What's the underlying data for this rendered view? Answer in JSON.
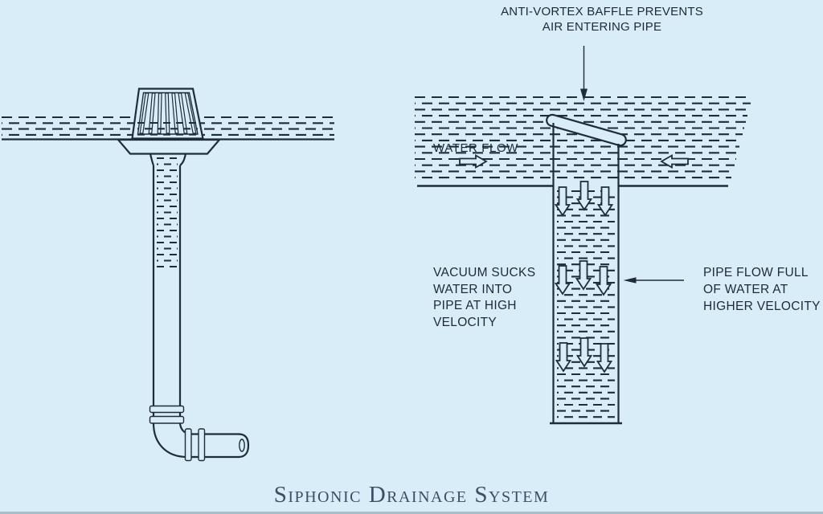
{
  "title": {
    "text": "Siphonic Drainage System"
  },
  "annotations": {
    "anti_vortex": {
      "line1": "ANTI-VORTEX BAFFLE PREVENTS",
      "line2": "AIR ENTERING PIPE"
    },
    "water_flow": {
      "label": "WATER FLOW"
    },
    "vacuum": {
      "line1": "VACUUM SUCKS",
      "line2": "WATER INTO",
      "line3": "PIPE AT HIGH",
      "line4": "VELOCITY"
    },
    "pipe_flow": {
      "line1": "PIPE FLOW FULL",
      "line2": "OF WATER AT",
      "line3": "HIGHER VELOCITY"
    }
  },
  "figures": {
    "left": "roof-drain-with-dome-strainer",
    "right": "siphonic-stack-cross-section"
  },
  "colors": {
    "background": "#d8edf7",
    "line": "#1f2d3a",
    "label_text": "#1e2a36",
    "title_text": "#3d4e64",
    "bottom_strip": "#a9bdc9"
  }
}
